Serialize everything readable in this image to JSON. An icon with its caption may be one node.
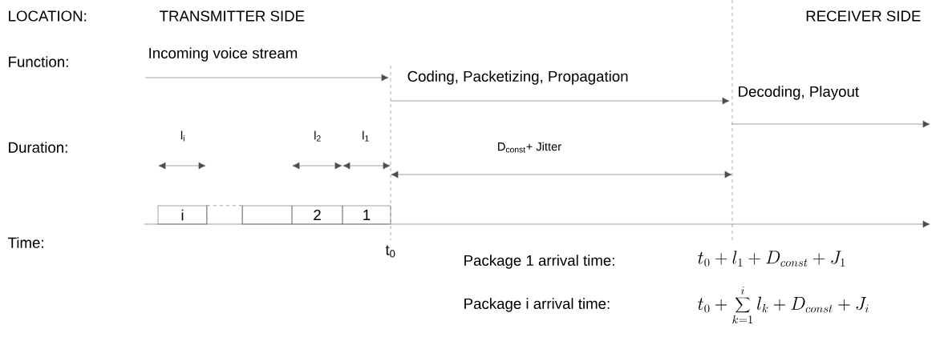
{
  "diagram": {
    "nodes": [
      {
        "text": [
          "i"
        ]
      },
      {
        "text": [],
        "shape": "box"
      },
      {
        "text": [],
        "shape": "box"
      },
      {
        "text": [
          "2"
        ]
      },
      {
        "text": [
          "1"
        ]
      }
    ],
    "labels": [
      "LOCATION:",
      "TRANSMITTER SIDE",
      "RECEIVER SIDE",
      "Function:",
      "Incoming voice stream",
      "Coding, Packetizing, Propagation",
      "Decoding, Playout",
      "Duration:",
      "l$_{i}$",
      "l$_{2}$",
      "l$_{1}$",
      "D$_{const}$+ Jitter",
      "Time:",
      "t$_{0}$",
      "Package 1 arrival time:",
      "t_0 + l_1 + D_{const} + J_1",
      "Package i arrival time:",
      "t_0 + \\sum_{k=1}^{i} l_k + D_{const} + J_i"
    ]
  }
}
